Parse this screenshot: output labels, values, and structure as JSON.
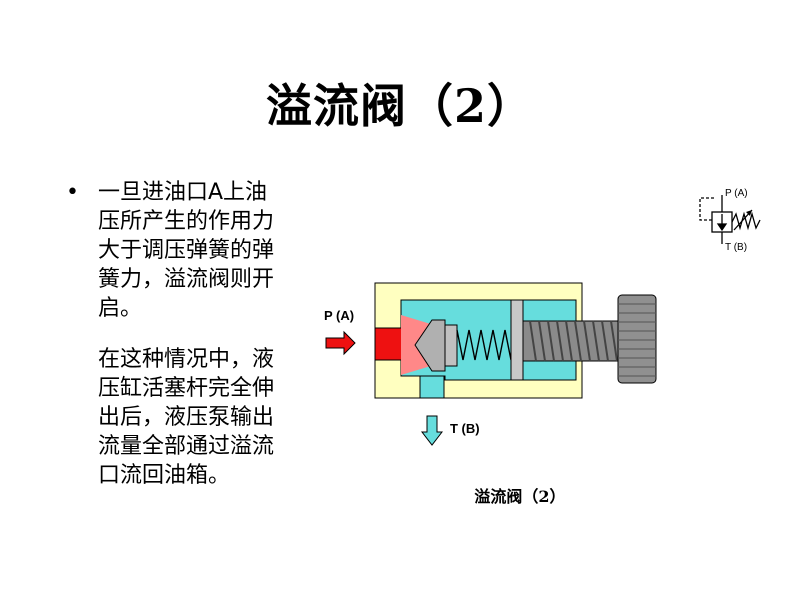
{
  "slide": {
    "title": "溢流阀（2）",
    "bullet_symbol": "•",
    "paragraph_1": "一旦进油口A上油压所产生的作用力大于调压弹簧的弹簧力，溢流阀则开启。",
    "paragraph_2": "在这种情况中，液压缸活塞杆完全伸出后，液压泵输出流量全部通过溢流口流回油箱。"
  },
  "diagram": {
    "inlet_label": "P (A)",
    "outlet_label": "T (B)",
    "symbol_inlet_label": "P (A)",
    "symbol_outlet_label": "T (B)",
    "caption": "溢流阀（2）"
  },
  "colors": {
    "valve_body": "#ffffc0",
    "oil_chamber": "#66dddd",
    "pressure_oil": "#ee1111",
    "spool": "#b0b0b0"
  }
}
